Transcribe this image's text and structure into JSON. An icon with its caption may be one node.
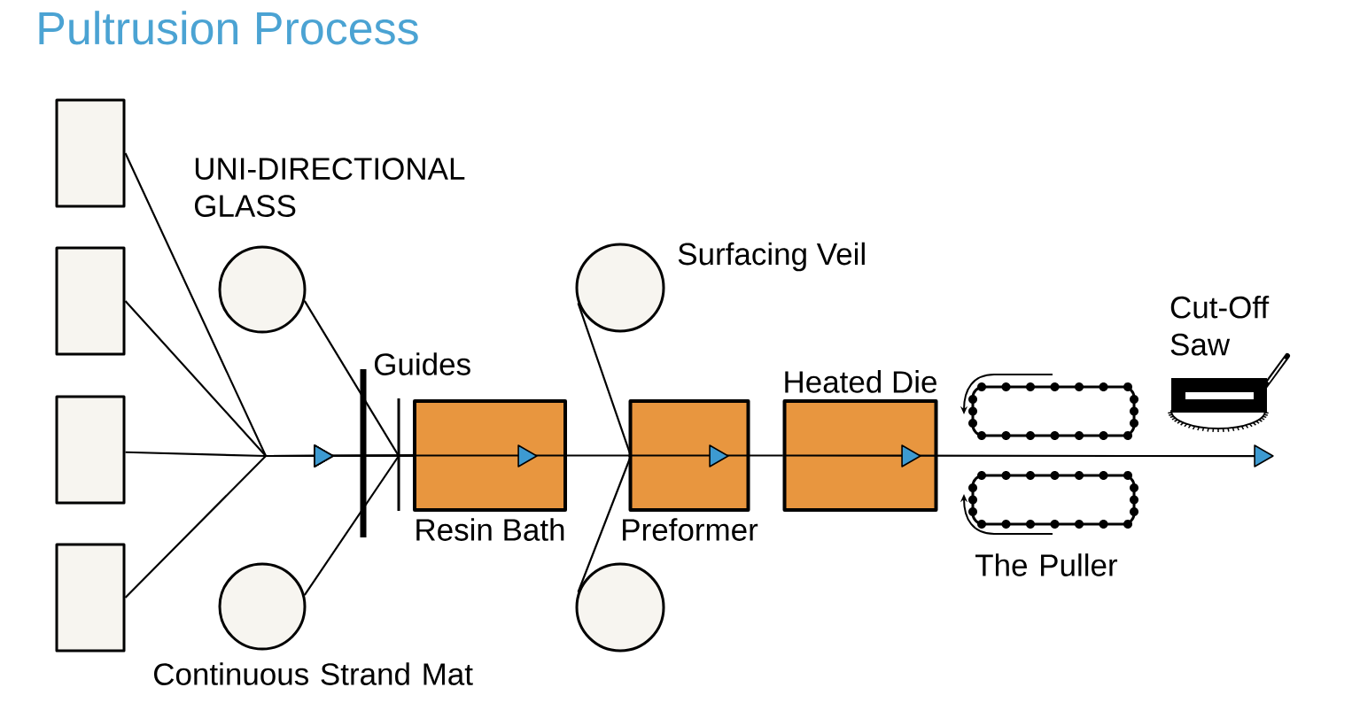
{
  "diagram": {
    "title": "Pultrusion Process",
    "nodes": [
      {
        "text": [],
        "shape": "box"
      },
      {
        "text": [],
        "shape": "box"
      },
      {
        "text": [],
        "shape": "box"
      },
      {
        "text": [],
        "shape": "box"
      },
      {
        "text": [],
        "shape": "circle"
      },
      {
        "text": [],
        "shape": "circle"
      },
      {
        "text": [
          "Resin Bath"
        ]
      },
      {
        "text": [],
        "shape": "circle",
        "beside": [
          "Surfacing Veil"
        ]
      },
      {
        "text": [],
        "shape": "circle"
      },
      {
        "text": [
          "Preformer"
        ]
      },
      {
        "text": [
          "Heated Die"
        ]
      },
      {
        "text": [
          "Cut-Off Saw"
        ]
      }
    ],
    "edges": [
      {
        "from": 0,
        "to": 6,
        "arrow": "to"
      },
      {
        "from": 1,
        "to": 6,
        "arrow": "to"
      },
      {
        "from": 2,
        "to": 6,
        "arrow": "to"
      },
      {
        "from": 3,
        "to": 6,
        "arrow": "to"
      },
      {
        "from": 4,
        "to": 6,
        "arrow": "none"
      },
      {
        "from": 5,
        "to": 6,
        "arrow": "none"
      },
      {
        "from": 6,
        "to": 9,
        "arrow": "to"
      },
      {
        "from": 7,
        "to": 9,
        "arrow": "none"
      },
      {
        "from": 8,
        "to": 9,
        "arrow": "none"
      },
      {
        "from": 9,
        "to": 10,
        "arrow": "to"
      },
      {
        "from": 10,
        "to": 11,
        "arrow": "to"
      }
    ],
    "labels": [
      "UNI-DIRECTIONAL GLASS",
      "Guides",
      "The Puller",
      "Continuous Strand Mat"
    ]
  }
}
